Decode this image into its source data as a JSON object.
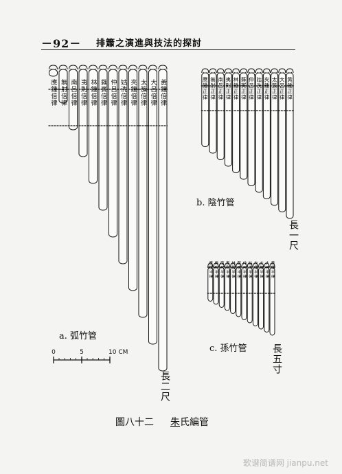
{
  "header": {
    "page_number": "－92－",
    "title": "排簫之演進與技法的探討"
  },
  "figures": {
    "a": {
      "label": "a. 弧竹管",
      "length": "長二尺",
      "pipe_names": [
        "黃鍾倍律",
        "大呂倍律",
        "太簇倍律",
        "夾鍾倍律",
        "姑洗倍律",
        "仲呂倍律",
        "蕤賓倍律",
        "林鍾倍律",
        "夷則倍律",
        "南呂倍律",
        "無射倍律",
        "應鍾倍律"
      ]
    },
    "b": {
      "label": "b. 陰竹管",
      "length": "長一尺",
      "pipe_names": [
        "黃鍾正律",
        "大呂正律",
        "太簇正律",
        "夾鍾正律",
        "姑洗正律",
        "仲呂正律",
        "蕤賓正律",
        "林鍾正律",
        "夷則正律",
        "南呂正律",
        "無射正律",
        "應鍾正律"
      ]
    },
    "c": {
      "label": "c. 孫竹管",
      "length": "長五寸",
      "pipe_names": [
        "黃鍾半律",
        "大呂半律",
        "太簇半律",
        "夾鍾半律",
        "姑洗半律",
        "仲呂半律",
        "蕤賓半律",
        "林鍾半律",
        "夷則半律",
        "南呂半律",
        "無射半律",
        "應鍾半律"
      ]
    }
  },
  "scale": {
    "ticks": [
      "0",
      "5",
      "10 CM"
    ]
  },
  "caption": {
    "figure_number": "圖八十二",
    "subject_underlined": "朱",
    "subject_rest": "氏編管"
  },
  "watermark": "歌谱简谱网  jianpu.net"
}
